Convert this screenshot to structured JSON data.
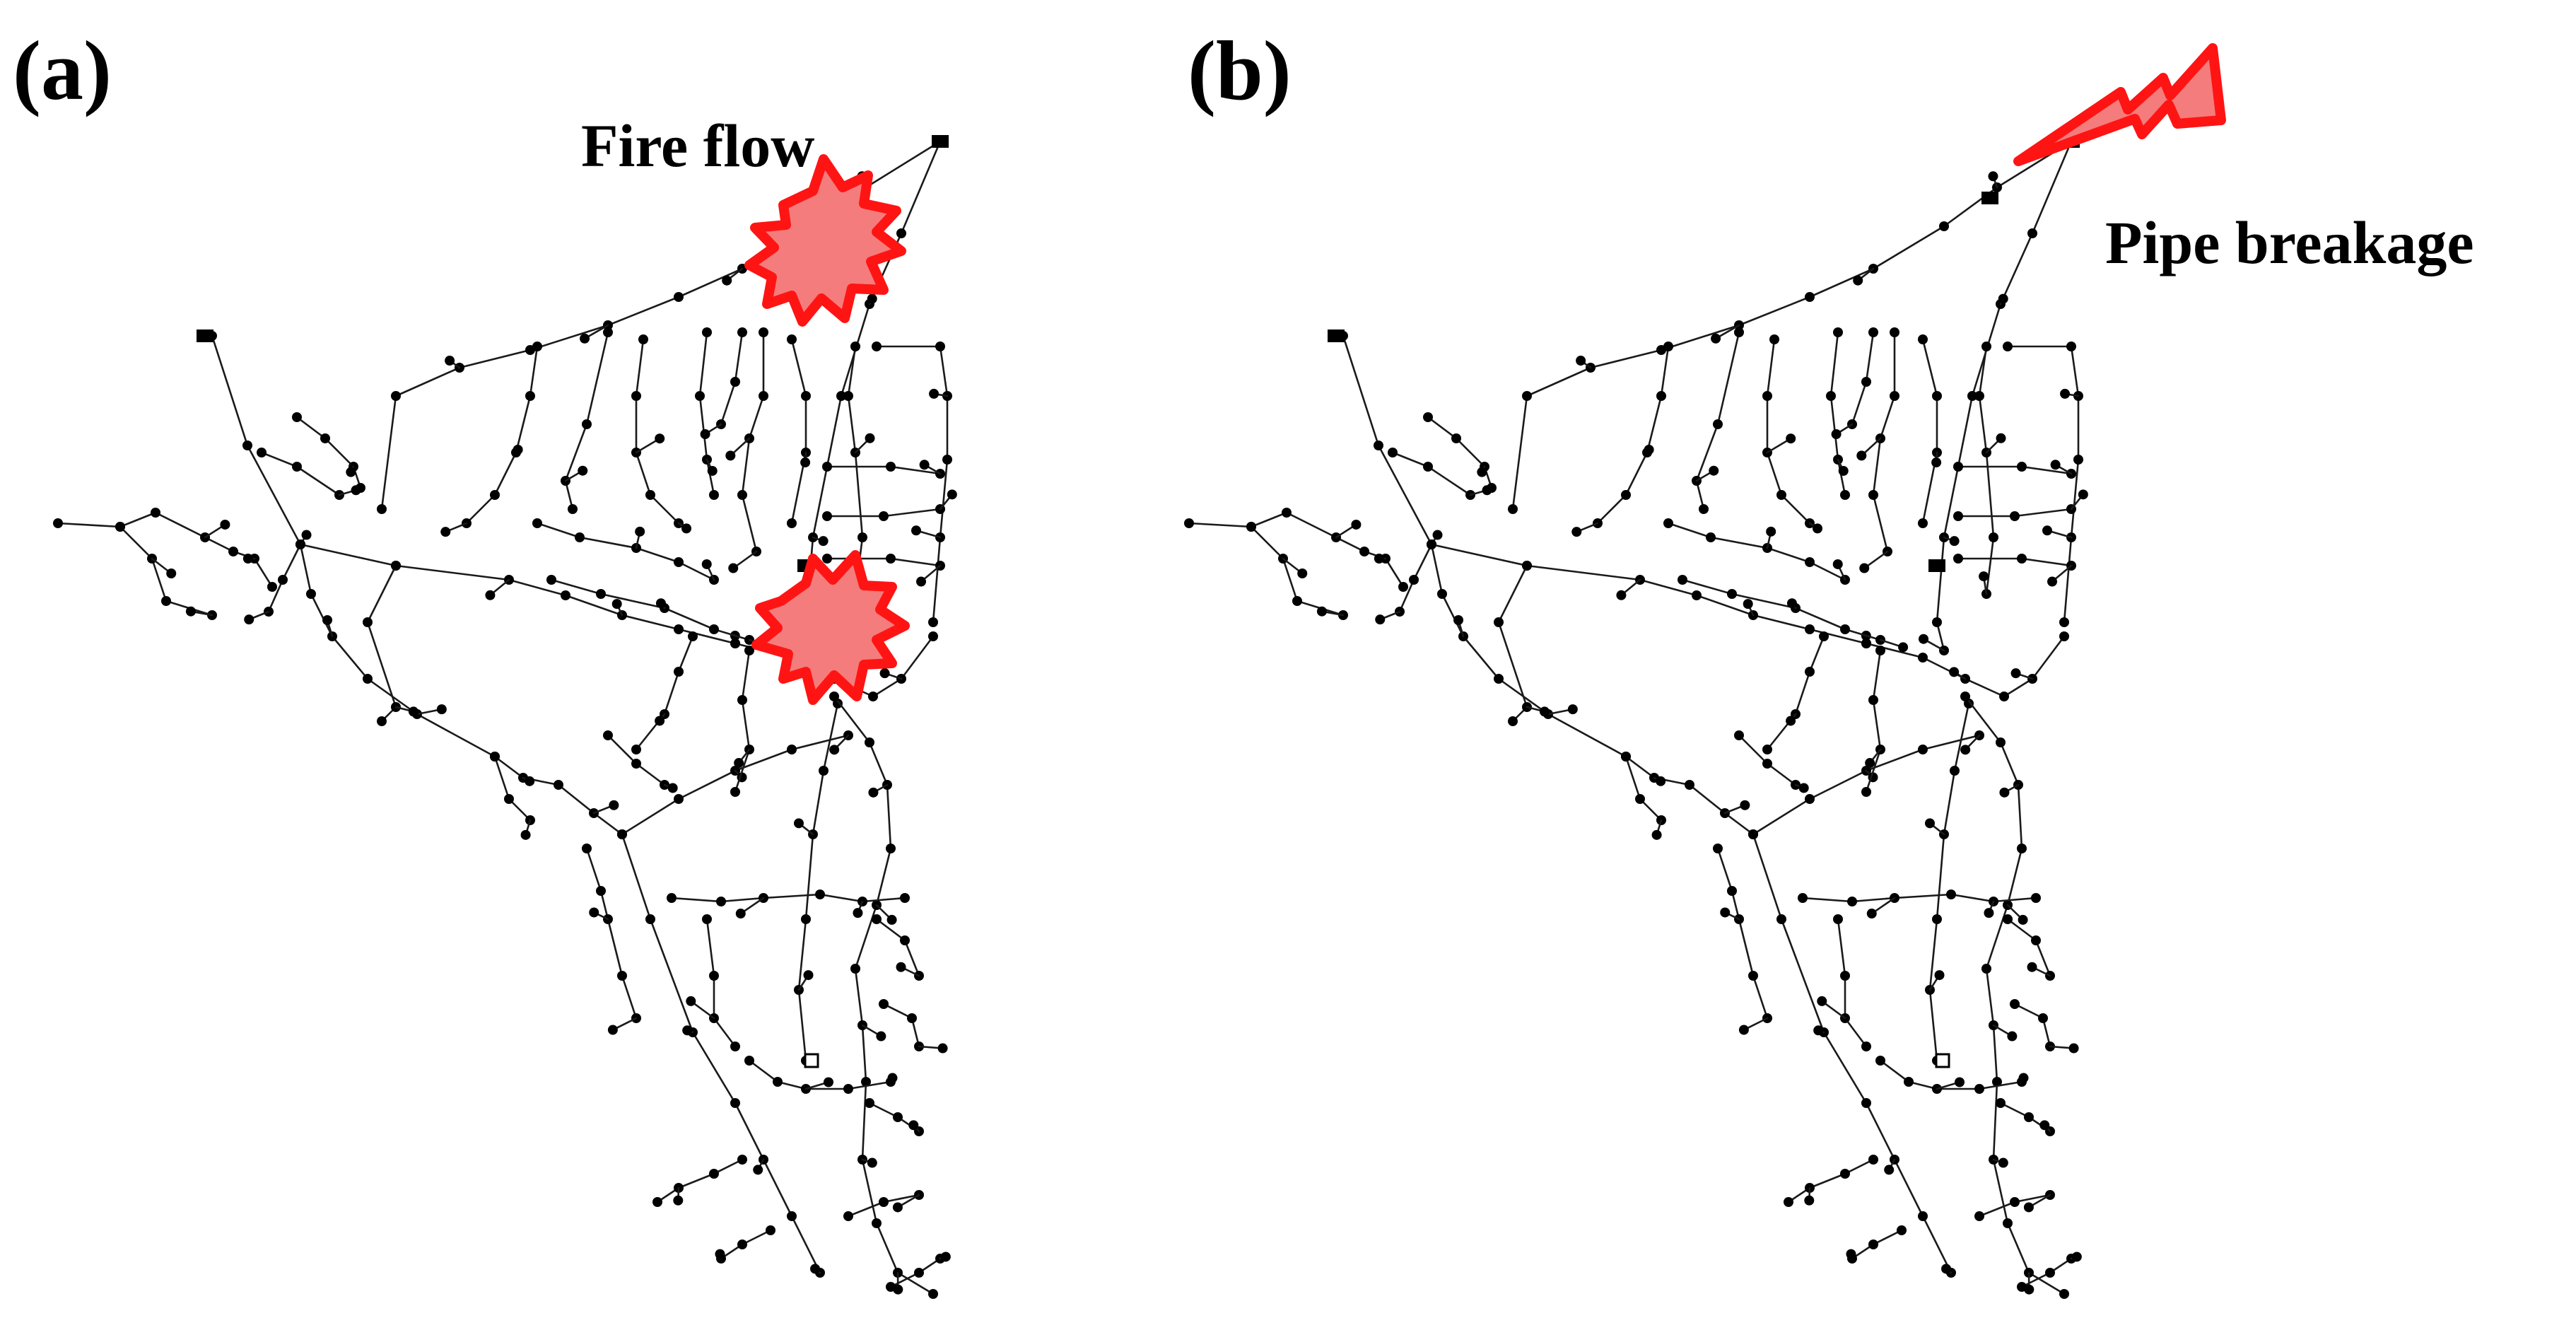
{
  "panels": [
    {
      "label": "(a)",
      "callout": "Fire flow"
    },
    {
      "label": "(b)",
      "callout": "Pipe breakage"
    }
  ],
  "colors": {
    "pipe": "#1a1a1a",
    "node": "#000000",
    "hazard_stroke": "#ff1414",
    "hazard_fill": "#f47c7c"
  },
  "icons": {
    "fire_flow": "burst-star-icon",
    "pipe_breakage": "lightning-bolt-icon",
    "tank": "tank-icon",
    "reservoir": "reservoir-icon"
  }
}
